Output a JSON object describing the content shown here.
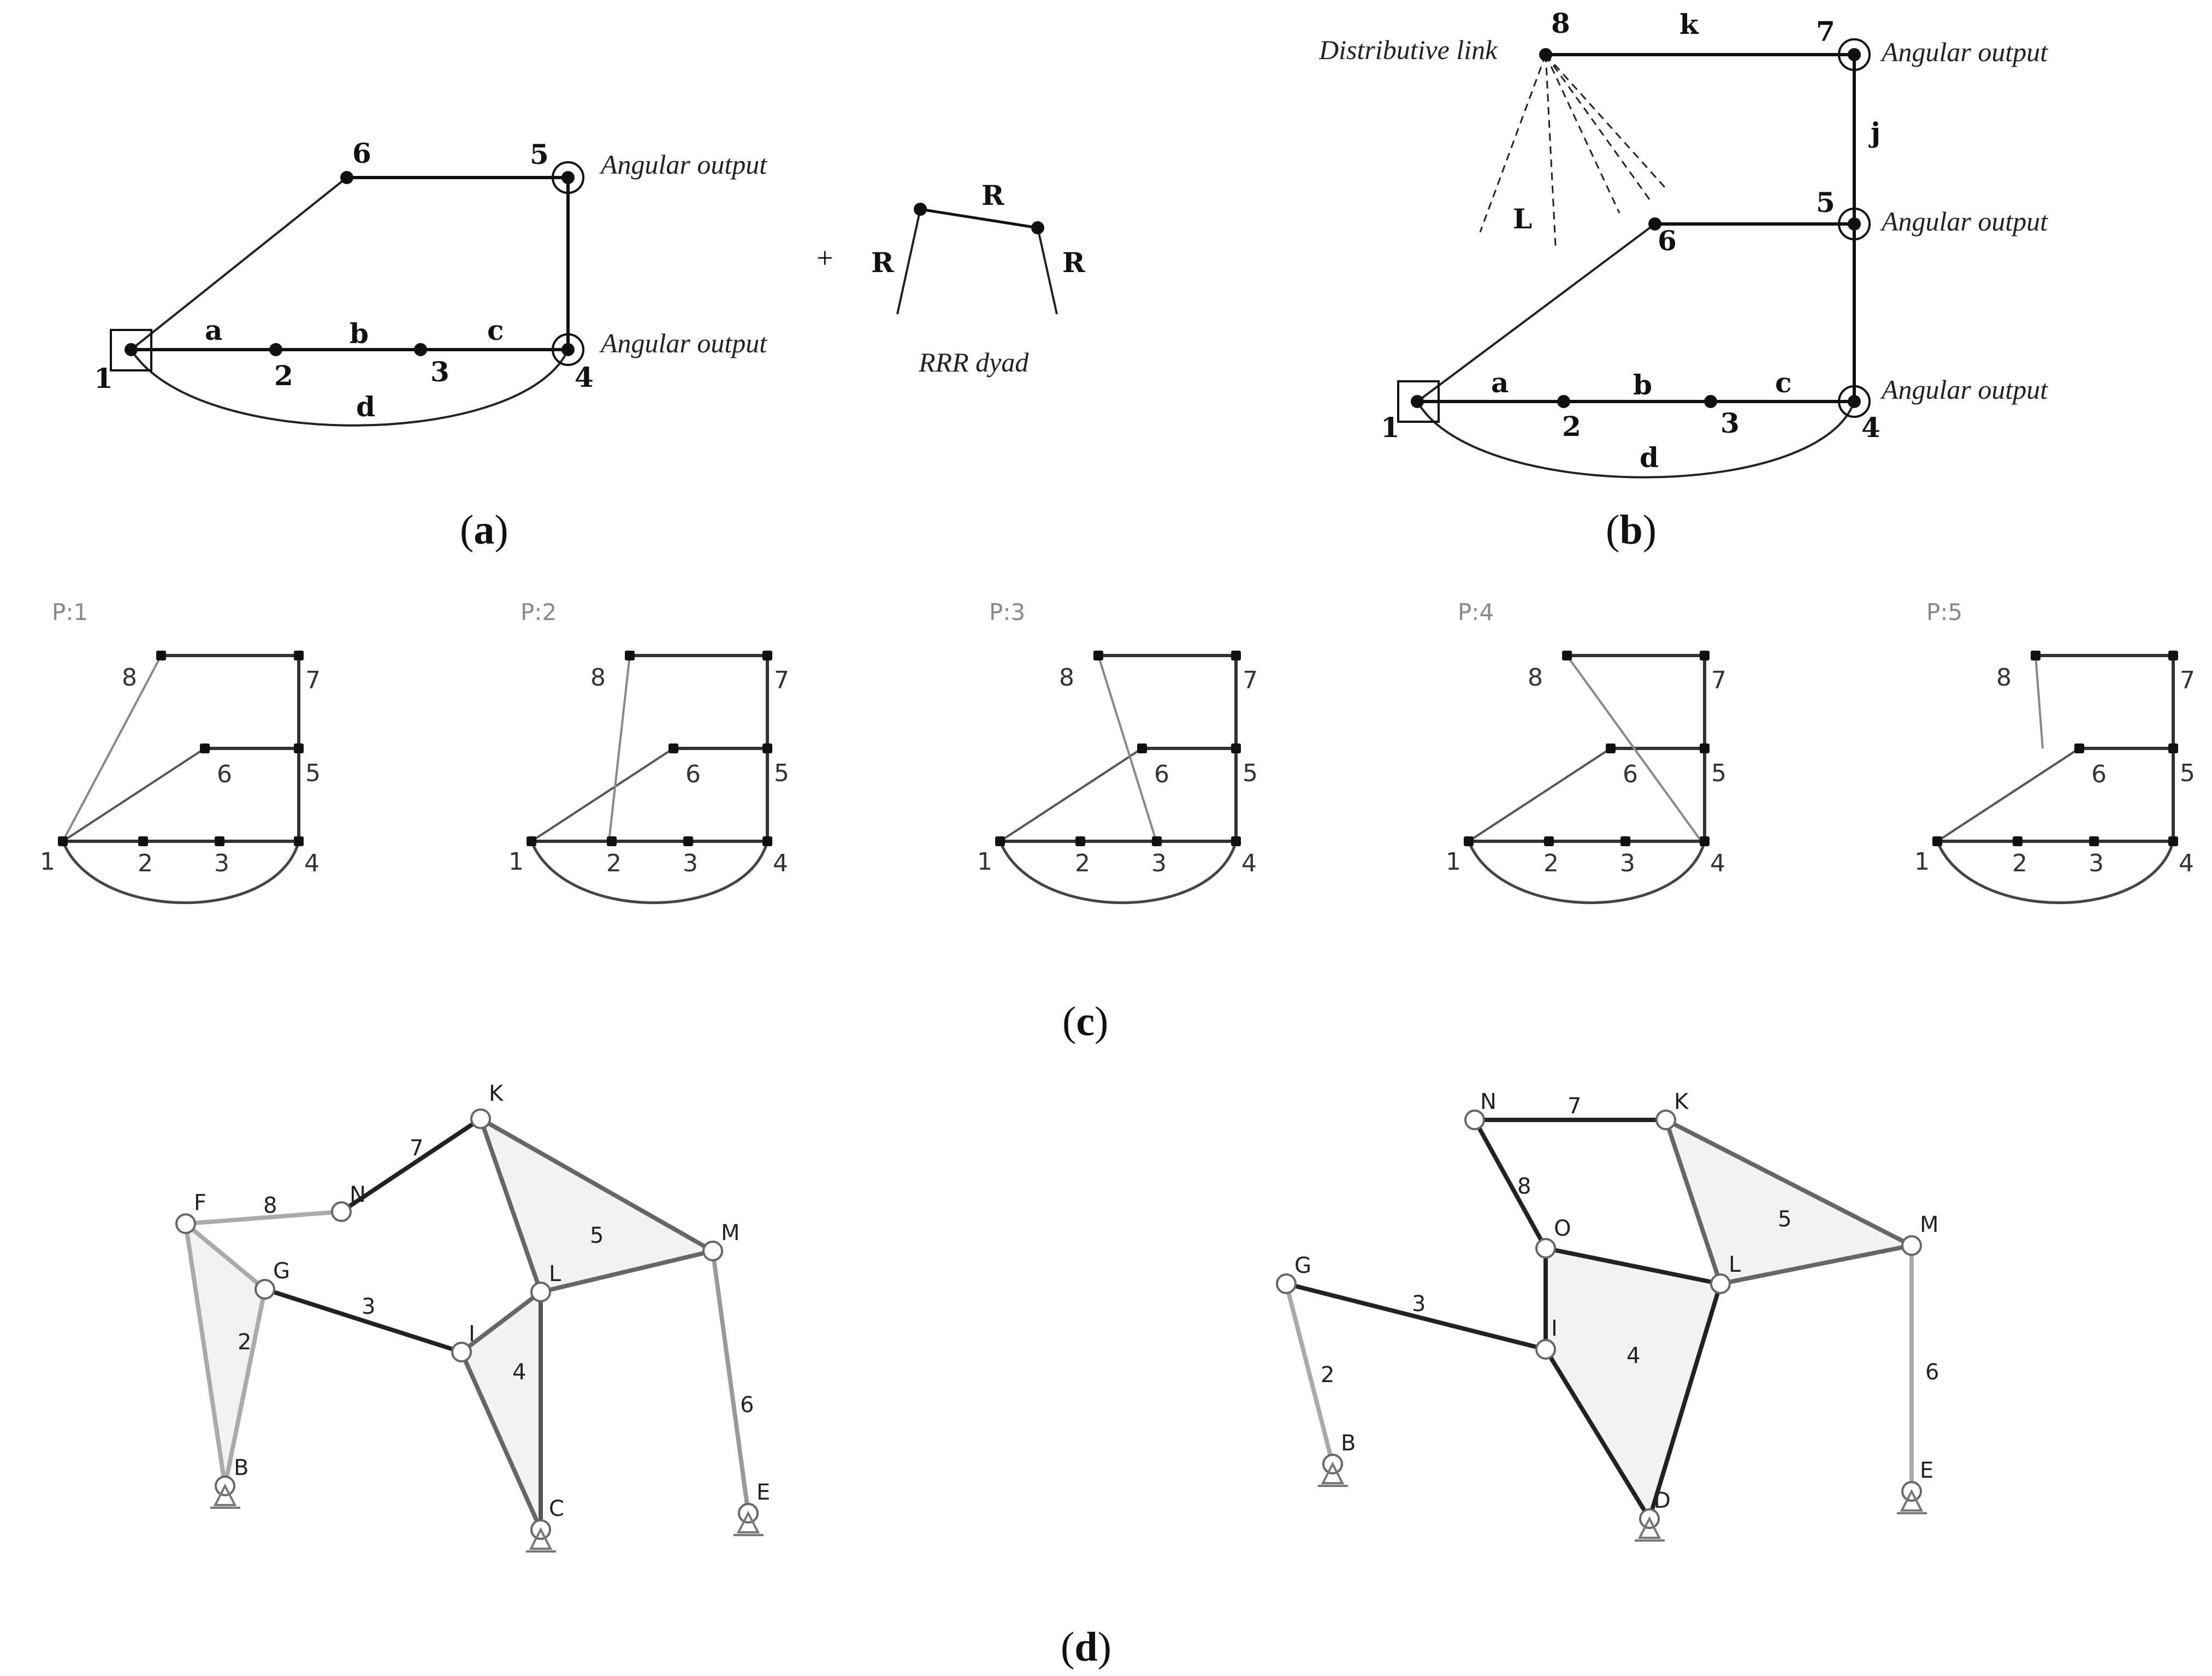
{
  "panel_a": {
    "nodes": [
      "1",
      "2",
      "3",
      "4",
      "5",
      "6"
    ],
    "edges": [
      "a",
      "b",
      "c",
      "d"
    ],
    "output_label": "Angular output",
    "plus": "+",
    "dyad": {
      "r_label": "R",
      "caption": "RRR dyad"
    },
    "caption_open": "(",
    "caption_letter": "a",
    "caption_close": ")"
  },
  "panel_b": {
    "nodes": [
      "1",
      "2",
      "3",
      "4",
      "5",
      "6",
      "7",
      "8"
    ],
    "edges": [
      "a",
      "b",
      "c",
      "d",
      "j",
      "k",
      "L"
    ],
    "distributive_label": "Distributive link",
    "output_label": "Angular output",
    "caption_open": "(",
    "caption_letter": "b",
    "caption_close": ")"
  },
  "panel_c": {
    "panels": [
      "P:1",
      "P:2",
      "P:3",
      "P:4",
      "P:5"
    ],
    "nodes": [
      "1",
      "2",
      "3",
      "4",
      "5",
      "6",
      "7",
      "8"
    ],
    "caption_open": "(",
    "caption_letter": "c",
    "caption_close": ")"
  },
  "panel_d": {
    "left": {
      "joints": [
        "K",
        "F",
        "N",
        "G",
        "L",
        "M",
        "I",
        "B",
        "C",
        "E"
      ],
      "links": [
        "7",
        "8",
        "5",
        "3",
        "2",
        "4",
        "6"
      ]
    },
    "right": {
      "joints": [
        "N",
        "K",
        "O",
        "G",
        "M",
        "L",
        "I",
        "B",
        "D",
        "E"
      ],
      "links": [
        "7",
        "8",
        "5",
        "3",
        "4",
        "2",
        "6"
      ]
    },
    "caption_open": "(",
    "caption_letter": "d",
    "caption_close": ")"
  }
}
